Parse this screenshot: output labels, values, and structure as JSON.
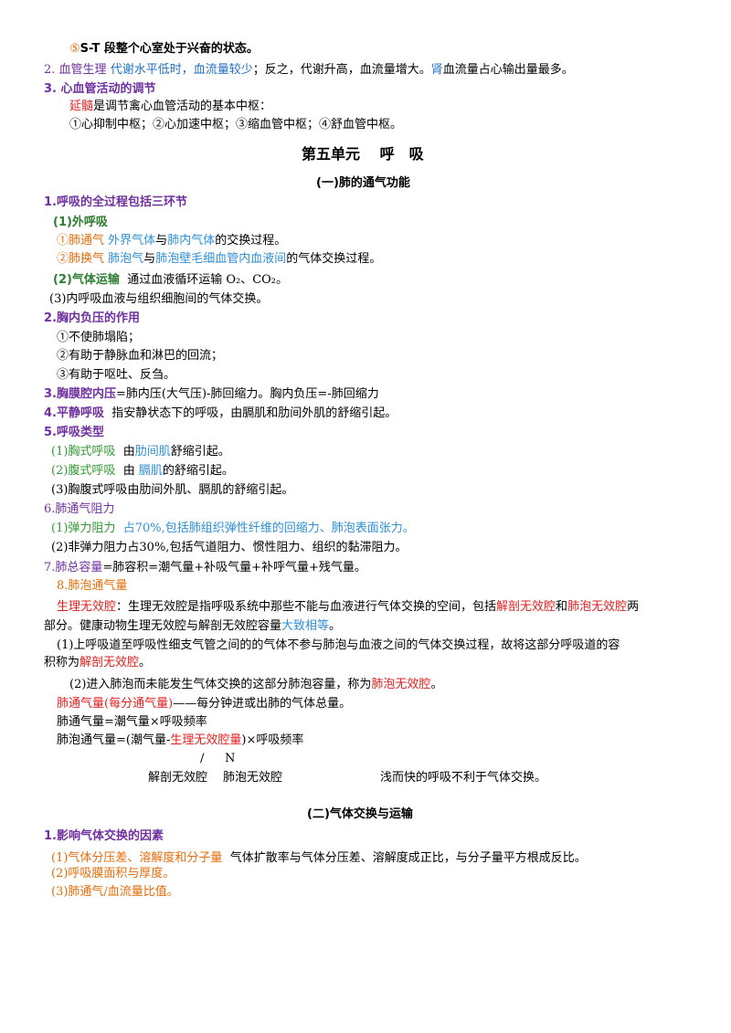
{
  "l01": {
    "a": "⑤",
    "b": "S-T 段整个心室处于兴奋的状态。"
  },
  "l02": {
    "a": "2. 血管生理",
    "b": "代谢水平低时，",
    "c": "血流量较少",
    "d": "；反之，代谢升高，血流量增大。",
    "e": "肾",
    "f": "血流量占心输出量最多。"
  },
  "l03": {
    "a": "3. 心血管活动的调节"
  },
  "l04": {
    "a": "延髓",
    "b": "是调节禽心血管活动的基本中枢："
  },
  "l05": {
    "a": "①心抑制中枢；②心加速中枢；③缩血管中枢；④舒血管中枢。"
  },
  "unit_title": "第五单元　 呼　吸",
  "sec1_title": "(一)肺的通气功能",
  "l06": {
    "a": "1.呼吸的全过程包括三环节"
  },
  "l07": {
    "a": "(1)外呼吸"
  },
  "l08": {
    "a": "①肺通气",
    "b": "外界气体",
    "c": "与",
    "d": "肺内气体",
    "e": "的交换过程。"
  },
  "l09": {
    "a": "②肺换气",
    "b": "肺泡气",
    "c": "与",
    "d": "肺泡壁毛细血管内血液间",
    "e": "的气体交换过程。"
  },
  "l10": {
    "a": "(2)气体运输",
    "b": "通过血液循环运输 O₂、CO₂。"
  },
  "l11": {
    "a": "(3)内呼吸血液与组织细胞间的气体交换。"
  },
  "l12": {
    "a": "2.胸内负压的作用"
  },
  "l13": {
    "a": "①不使肺塌陷；"
  },
  "l14": {
    "a": "②有助于静脉血和淋巴的回流；"
  },
  "l15": {
    "a": "③有助于呕吐、反刍。"
  },
  "l16": {
    "a": "3.胸膜腔内压",
    "b": "=肺内压(大气压)-肺回缩力。胸内负压=-肺回缩力"
  },
  "l17": {
    "a": "4.平静呼吸",
    "b": "指安静状态下的呼吸，由膈肌和肋间外肌的舒缩引起。"
  },
  "l18": {
    "a": "5.呼吸类型"
  },
  "l19": {
    "a": "(1)胸式呼吸",
    "b": "由",
    "c": "肋间肌",
    "d": "舒缩引起。"
  },
  "l20": {
    "a": "(2)腹式呼吸",
    "b": "由",
    "c": "膈肌",
    "d": "的舒缩引起。"
  },
  "l21": {
    "a": "(3)胸腹式呼吸由肋间外肌、膈肌的舒缩引起。"
  },
  "l22": {
    "a": "6.肺通气阻力"
  },
  "l23": {
    "a": "(1)弹力阻力",
    "b": "占70%,包括肺组织弹性纤维的回缩力、肺泡表面张力。"
  },
  "l24": {
    "a": "(2)非弹力阻力占30%,包括气道阻力、惯性阻力、组织的黏滞阻力。"
  },
  "l25": {
    "a": "7.肺总容量",
    "b": "=肺容积=潮气量+补吸气量+补呼气量+残气量。"
  },
  "l26": {
    "a": "8.肺泡通气量"
  },
  "l27": {
    "a": "生理无效腔",
    "b": "：生理无效腔是指呼吸系统中那些不能与血液进行气体交换的空间，包括",
    "c": "解剖无效腔",
    "d": "和",
    "e": "肺泡无效腔",
    "f": "两"
  },
  "l28": {
    "a": "部分。健康动物生理无效腔与解剖无效腔容量",
    "b": "大致相等",
    "c": "。"
  },
  "l29": {
    "a": "(1)上呼吸道至呼吸性细支气管之间的的气体不参与肺泡与血液之间的气体交换过程，故将这部分呼吸道的容"
  },
  "l30": {
    "a": "积称为",
    "b": "解剖无效腔",
    "c": "。"
  },
  "l31": {
    "a": "(2)进入肺泡而未能发生气体交换的这部分肺泡容量，称为",
    "b": "肺泡无效腔",
    "c": "。"
  },
  "l32": {
    "a": "肺通气量(每分通气量)",
    "b": "——每分钟进或出肺的气体总量。"
  },
  "l33": {
    "a": "肺通气量=潮气量×呼吸频率"
  },
  "l34": {
    "a": "肺泡通气量=(潮气量-",
    "b": "生理无效腔量",
    "c": ")×呼吸频率"
  },
  "l35": {
    "a": "/",
    "b": "N"
  },
  "l36": {
    "a": "解剖无效腔",
    "b": "肺泡无效腔",
    "c": "浅而快的呼吸不利于气体交换。"
  },
  "sec2_title": "(二)气体交换与运输",
  "l37": {
    "a": "1.影响气体交换的因素"
  },
  "l38": {
    "a": "(1)气体分压差、溶解度和分子量",
    "b": "气体扩散率与气体分压差、溶解度成正比，与分子量平方根成反比。"
  },
  "l39": {
    "a": "(2)呼吸膜面积与厚度。"
  },
  "l40": {
    "a": "(3)肺通气/血流量比值。"
  }
}
